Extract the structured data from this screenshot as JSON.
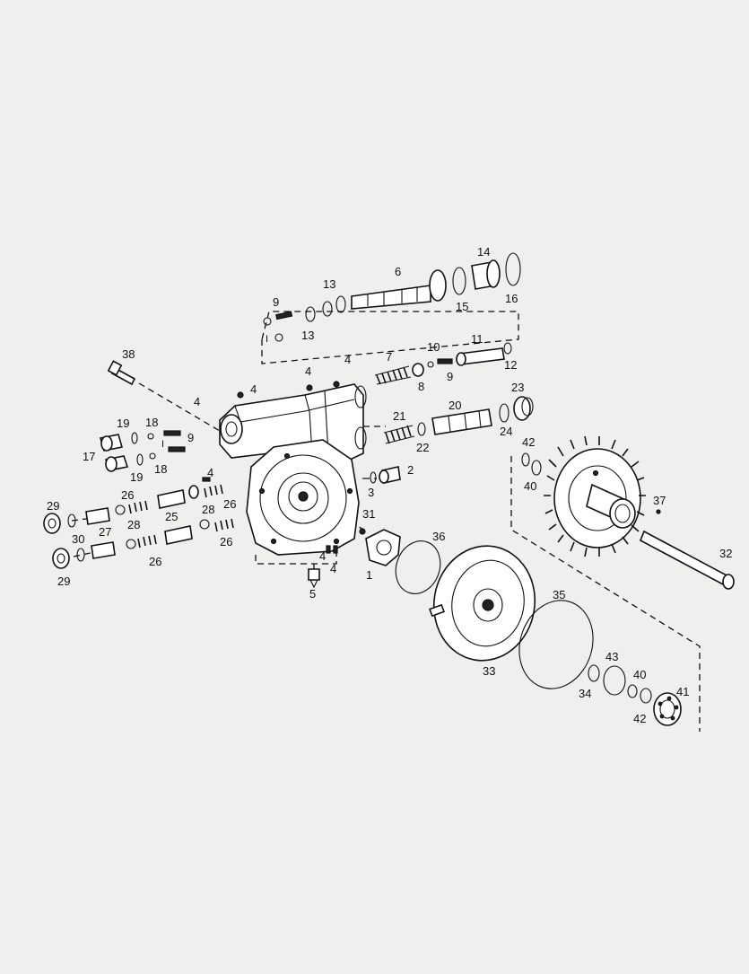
{
  "diagram": {
    "callouts": {
      "c1": "1",
      "c2": "2",
      "c3": "3",
      "c4a": "4",
      "c4b": "4",
      "c4c": "4",
      "c4d": "4",
      "c4e": "4",
      "c4f": "4",
      "c4g": "4",
      "c5": "5",
      "c6": "6",
      "c7": "7",
      "c8": "8",
      "c9a": "9",
      "c9b": "9",
      "c9c": "9",
      "c10": "10",
      "c11": "11",
      "c12": "12",
      "c13a": "13",
      "c13b": "13",
      "c14": "14",
      "c15": "15",
      "c16": "16",
      "c17": "17",
      "c18a": "18",
      "c18b": "18",
      "c19a": "19",
      "c19b": "19",
      "c20": "20",
      "c21": "21",
      "c22": "22",
      "c23": "23",
      "c24": "24",
      "c25": "25",
      "c26a": "26",
      "c26b": "26",
      "c26c": "26",
      "c26d": "26",
      "c27": "27",
      "c28a": "28",
      "c28b": "28",
      "c29a": "29",
      "c29b": "29",
      "c30": "30",
      "c31": "31",
      "c32": "32",
      "c33": "33",
      "c34": "34",
      "c35": "35",
      "c36": "36",
      "c37": "37",
      "c38": "38",
      "c40a": "40",
      "c40b": "40",
      "c41": "41",
      "c42a": "42",
      "c42b": "42",
      "c43": "43"
    }
  }
}
